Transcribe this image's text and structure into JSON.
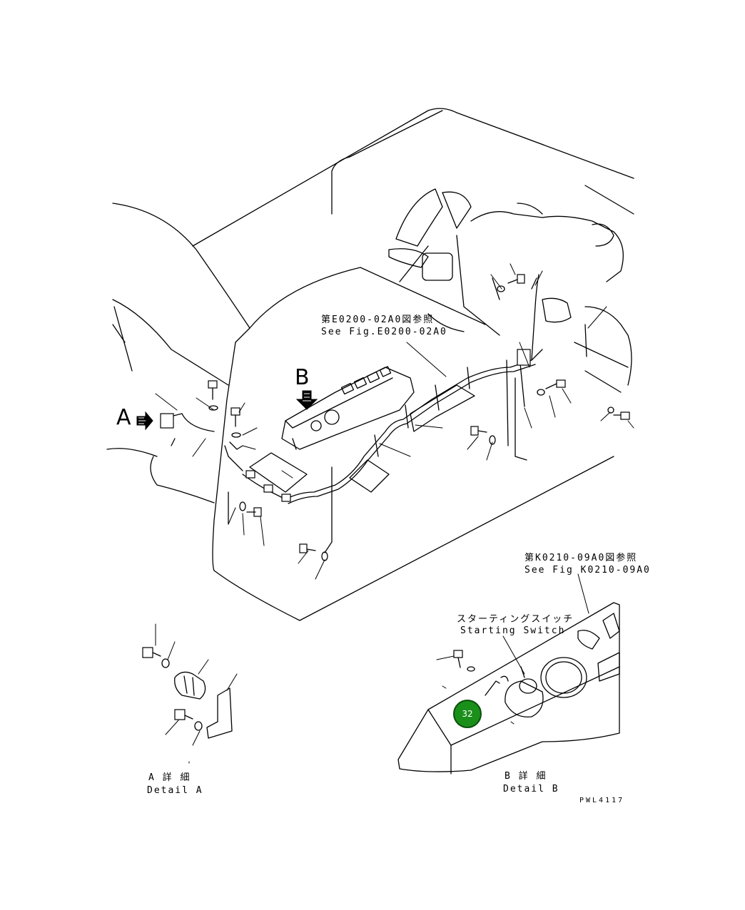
{
  "callouts": {
    "top_ref_jp": "第E0200-02A0図参照",
    "top_ref_en": "See Fig.E0200-02A0",
    "switch_ref_jp": "第K0210-09A0図参照",
    "switch_ref_en": "See Fig K0210-09A0",
    "switch_name_jp": "スターティングスイッチ",
    "switch_name_en": "Starting Switch"
  },
  "view_markers": {
    "a": "A",
    "b": "B"
  },
  "details": {
    "a_jp": "A 詳 細",
    "a_en": "Detail A",
    "b_jp": "B 詳 細",
    "b_en": "Detail B"
  },
  "item_badge": {
    "number": "32",
    "color": "#1a8f1a"
  },
  "drawing_code": "PWL4117",
  "icons": [
    "arrow-a-icon",
    "arrow-b-icon"
  ]
}
